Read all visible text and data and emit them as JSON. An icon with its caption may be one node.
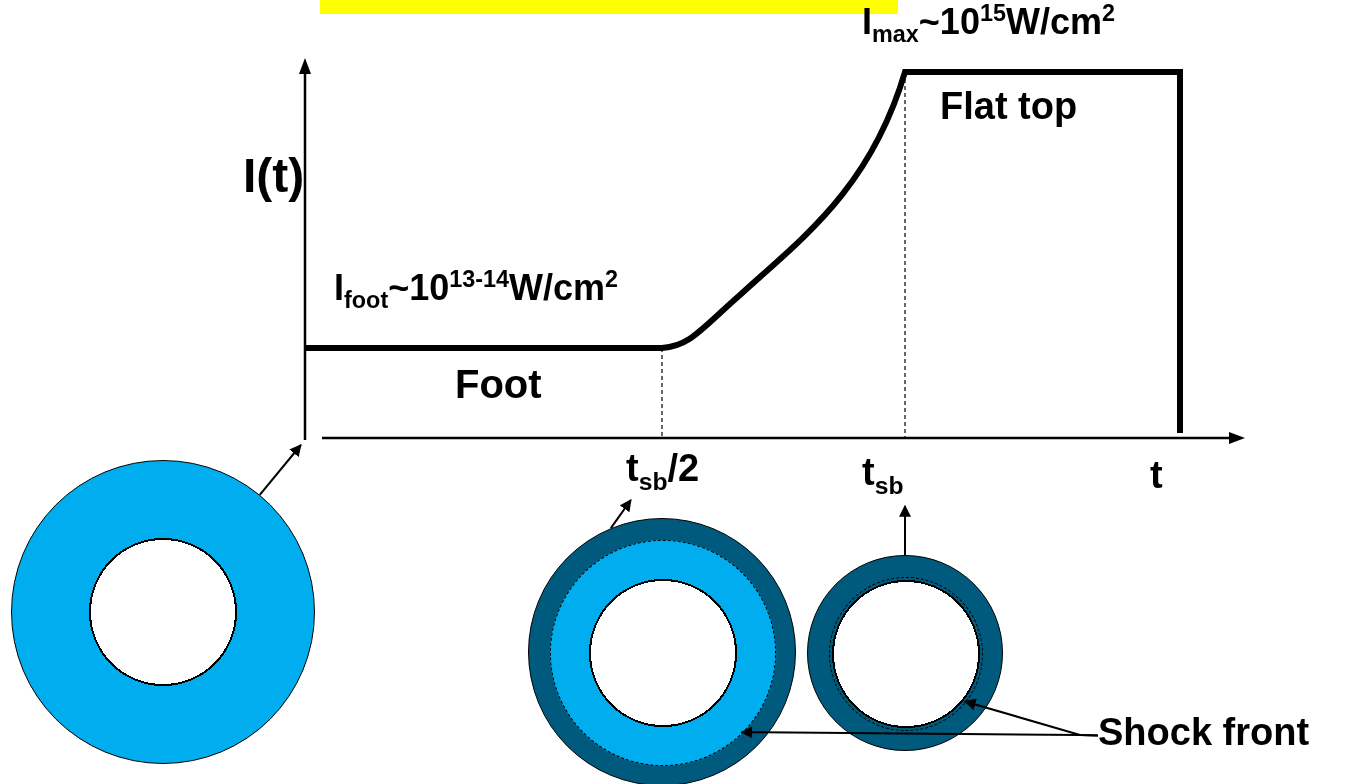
{
  "diagram": {
    "nodes": [
      {
        "text": [],
        "shape": "picture"
      },
      {
        "text": [],
        "shape": "circle"
      },
      {
        "text": [
          "t$_{sb}$/2"
        ]
      },
      {
        "text": [
          "t$_{sb}$"
        ]
      },
      {
        "text": [],
        "shape": "circle"
      },
      {
        "text": [],
        "shape": "circle",
        "in": 4
      },
      {
        "text": [],
        "shape": "circle"
      },
      {
        "text": [],
        "shape": "circle",
        "in": 6
      },
      {
        "text": [
          "Shock front"
        ]
      }
    ],
    "edges": [
      {
        "from": 1,
        "to": 0,
        "arrow": "to"
      },
      {
        "from": 4,
        "to": 2,
        "arrow": "to"
      },
      {
        "from": 6,
        "to": 3,
        "arrow": "to"
      },
      {
        "from": 8,
        "to": 5,
        "arrow": "to"
      },
      {
        "from": 8,
        "to": 7,
        "arrow": "to"
      }
    ],
    "labels": [
      "I$_{max}$~10$^{15}$W/cm$^{2}$",
      "I(t)",
      "Flat top",
      "I$_{foot}$~10$^{13-14}$W/cm$^{2}$",
      "Foot",
      "t"
    ]
  }
}
